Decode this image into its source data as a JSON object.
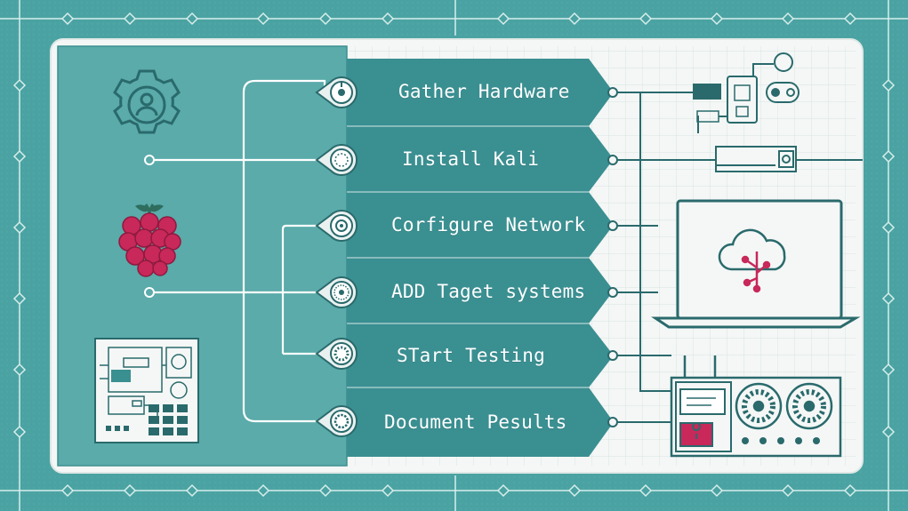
{
  "diagram": {
    "steps": [
      {
        "label": "Gather Hardware"
      },
      {
        "label": "Install Kali"
      },
      {
        "label": "Corfigure Network"
      },
      {
        "label": "ADD Taget systems"
      },
      {
        "label": "STart Testing"
      },
      {
        "label": "Document Pesults"
      }
    ],
    "icons": {
      "left": [
        "gear-user-icon",
        "raspberry-icon",
        "circuit-board-icon"
      ],
      "right": [
        "hardware-devices-icon",
        "router-box-icon",
        "laptop-cloud-icon",
        "server-reels-icon"
      ]
    },
    "colors": {
      "background": "#4aa3a2",
      "panel": "#f4f7f6",
      "panel_teal": "#5aabaa",
      "ribbon": "#3a8f91",
      "line": "#2a6a6c",
      "accent": "#c8285a"
    }
  }
}
